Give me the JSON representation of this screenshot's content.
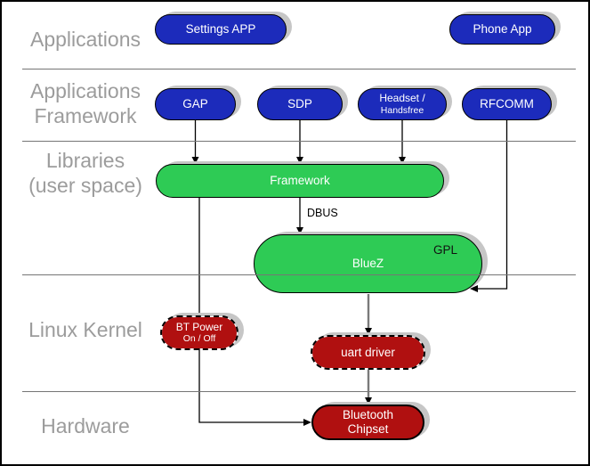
{
  "layers": [
    {
      "label_lines": [
        "Applications"
      ]
    },
    {
      "label_lines": [
        "Applications",
        "Framework"
      ]
    },
    {
      "label_lines": [
        "Libraries",
        "(user space)"
      ]
    },
    {
      "label_lines": [
        "Linux Kernel"
      ]
    },
    {
      "label_lines": [
        "Hardware"
      ]
    }
  ],
  "nodes": {
    "settings_app": {
      "label": "Settings APP"
    },
    "phone_app": {
      "label": "Phone App"
    },
    "gap": {
      "label": "GAP"
    },
    "sdp": {
      "label": "SDP"
    },
    "headset": {
      "label_lines": [
        "Headset /",
        "Handsfree"
      ]
    },
    "rfcomm": {
      "label": "RFCOMM"
    },
    "framework": {
      "label": "Framework"
    },
    "bluez": {
      "label": "BlueZ",
      "badge": "GPL"
    },
    "bt_power": {
      "label_lines": [
        "BT Power",
        "On / Off"
      ]
    },
    "uart_driver": {
      "label": "uart driver"
    },
    "bluetooth_chipset": {
      "label_lines": [
        "Bluetooth",
        "Chipset"
      ]
    }
  },
  "edge_labels": {
    "dbus": "DBUS"
  },
  "colors": {
    "application_node": "#1c2bbb",
    "userspace_node": "#2ecb55",
    "kernel_node": "#b01010",
    "layer_label_text": "#9c9c9c",
    "node_shadow": "#c6c6c6",
    "divider_line": "#757575"
  }
}
